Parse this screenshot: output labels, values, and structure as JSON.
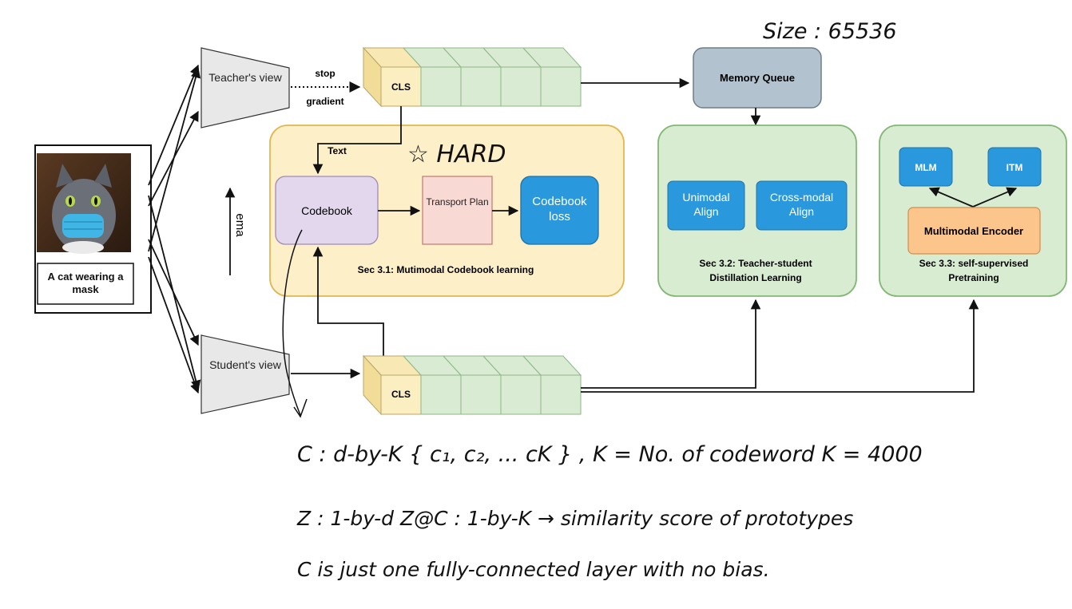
{
  "image_caption": "A cat wearing a mask",
  "teacher_view": "Teacher's view",
  "student_view": "Student's view",
  "stop_gradient": {
    "line1": "stop",
    "line2": "gradient"
  },
  "cls_label": "CLS",
  "text_label": "Text",
  "ema_label": "ema",
  "memory_queue": "Memory Queue",
  "codebook_section": {
    "codebook": "Codebook",
    "transport_plan": "Transport Plan",
    "codebook_loss": "Codebook loss",
    "caption": "Sec 3.1: Mutimodal Codebook learning"
  },
  "distillation_section": {
    "unimodal": "Unimodal Align",
    "crossmodal": "Cross-modal Align",
    "caption_line1": "Sec 3.2: Teacher-student",
    "caption_line2": "Distillation Learning"
  },
  "pretraining_section": {
    "mlm": "MLM",
    "itm": "ITM",
    "encoder": "Multimodal Encoder",
    "caption_line1": "Sec 3.3: self-supervised",
    "caption_line2": "Pretraining"
  },
  "handwriting": {
    "size_note": "Size : 65536",
    "hard_note": "☆ HARD",
    "line1": "C : d-by-K   { c₁, c₂, ... cK } , K = No. of codeword    K = 4000",
    "line2": "Z : 1-by-d    Z@C : 1-by-K → similarity score of prototypes",
    "line3": "C is just one fully-connected layer with no bias."
  }
}
